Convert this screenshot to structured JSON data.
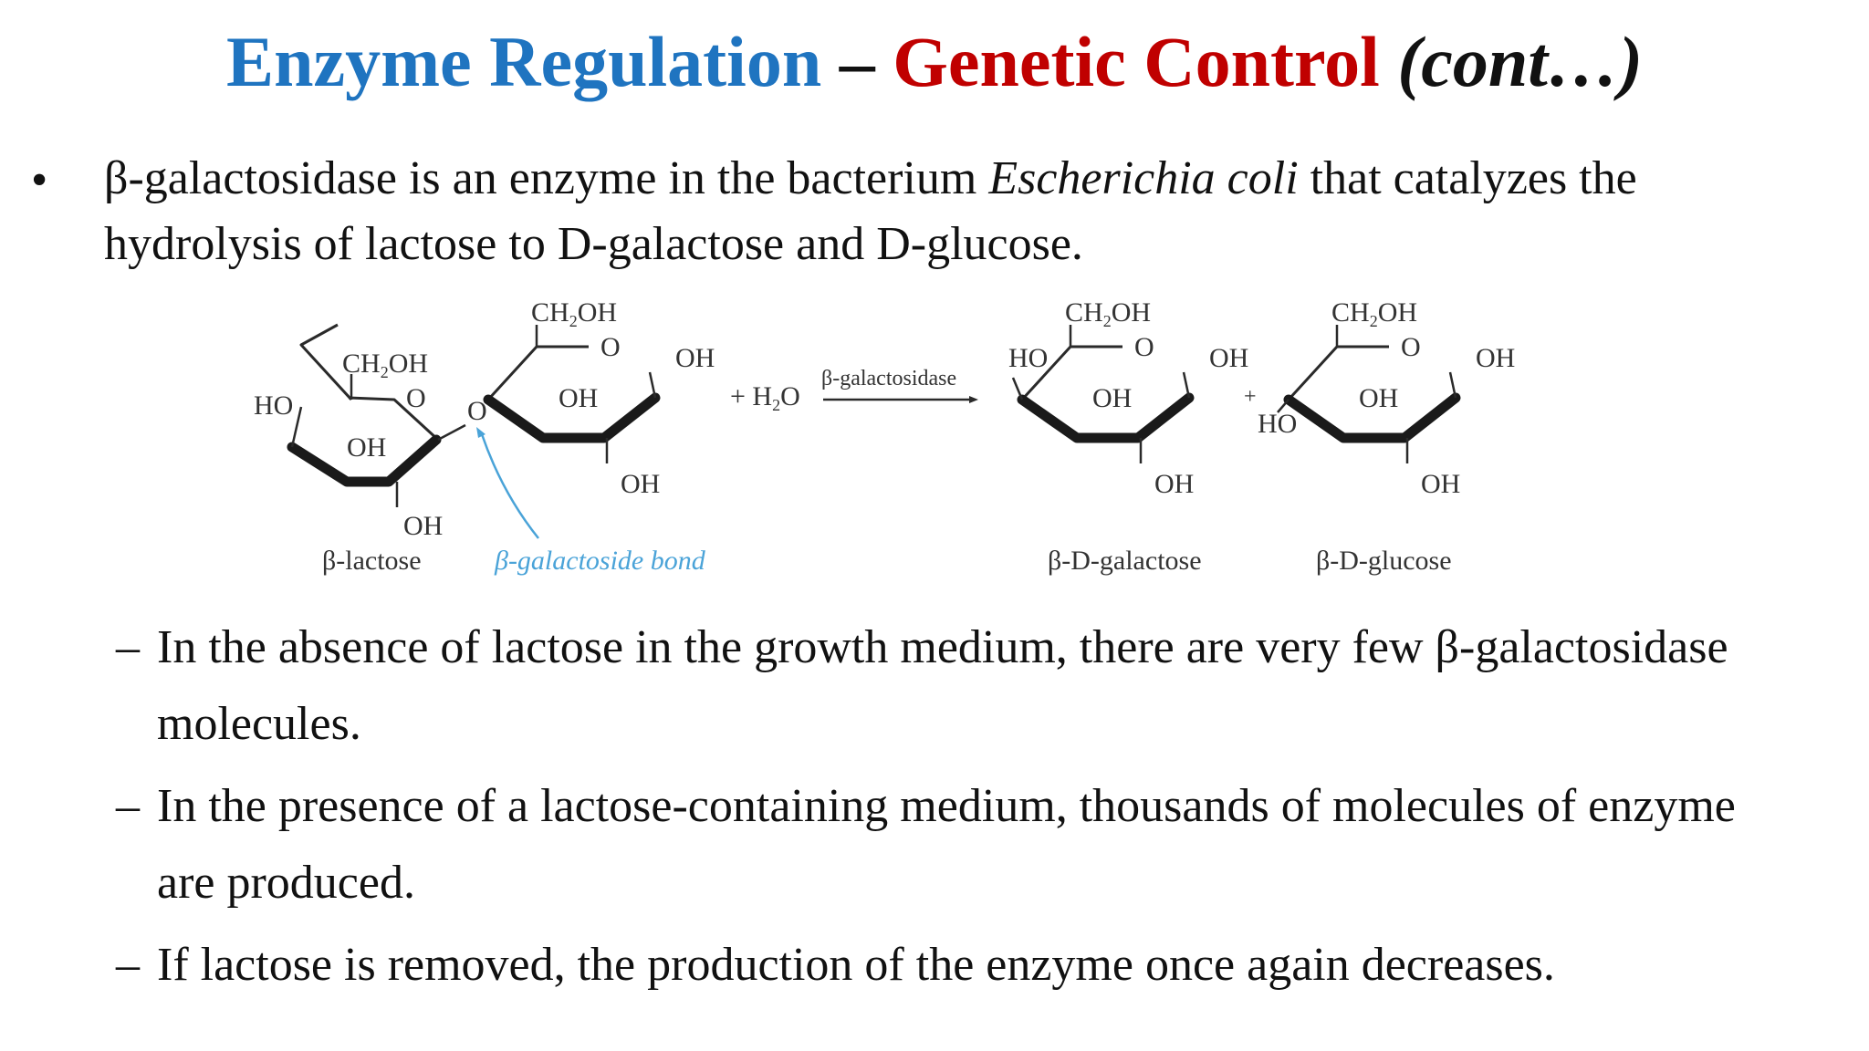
{
  "title": {
    "part1": "Enzyme Regulation",
    "sep": " – ",
    "part2": "Genetic Control",
    "part3": " (cont…)"
  },
  "bullet": "•",
  "intro": {
    "before": "β-galactosidase is an enzyme in the bacterium ",
    "italic": "Escherichia coli",
    "after": " that catalyzes the hydrolysis of lactose to D-galactose and D-glucose."
  },
  "diagram": {
    "ch2oh": "CH2OH",
    "ch2oh_sub": "2",
    "ring_o": "O",
    "oh": "OH",
    "ho": "HO",
    "glycosidic_o": "O",
    "plus_water": "+ H2O",
    "plus": "+",
    "enzyme_label": "β-galactosidase",
    "lactose_label": "β-lactose",
    "bond_label": "β-galactoside bond",
    "galactose_label": "β-D-galactose",
    "glucose_label": "β-D-glucose",
    "bond_color": "#4aa3d8"
  },
  "sub_points": [
    {
      "dash": "–",
      "line1": "In the absence of lactose in the growth medium, there are very few β-galactosidase",
      "line2": "molecules."
    },
    {
      "dash": "–",
      "line1": "In the presence of a lactose-containing medium, thousands of molecules of enzyme",
      "line2": "are produced."
    },
    {
      "dash": "–",
      "line1": "If lactose is removed, the production of the enzyme once again decreases."
    }
  ]
}
